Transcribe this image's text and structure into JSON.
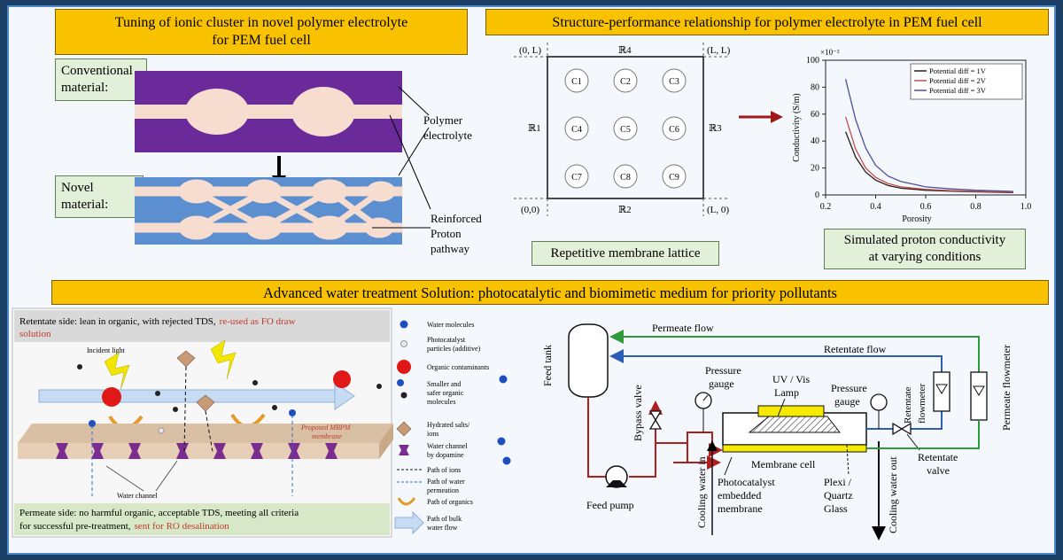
{
  "panel_a": {
    "title_line1": "Tuning of ionic cluster in novel polymer electrolyte",
    "title_line2": "for PEM fuel cell",
    "conventional_line1": "Conventional",
    "conventional_line2": "material:",
    "novel_line1": "Novel",
    "novel_line2": "material:",
    "polymer_line1": "Polymer",
    "polymer_line2": "electrolyte",
    "reinforced_line1": "Reinforced",
    "reinforced_line2": "Proton",
    "reinforced_line3": "pathway"
  },
  "panel_b": {
    "title": "Structure-performance relationship for polymer electrolyte in PEM fuel cell",
    "lattice": {
      "corner_tl": "(0, L)",
      "corner_tr": "(L, L)",
      "corner_bl": "(0,0)",
      "corner_br": "(L, 0)",
      "top": "ℝ4",
      "left": "ℝ1",
      "right": "ℝ3",
      "bottom": "ℝ2",
      "cells": [
        "C1",
        "C2",
        "C3",
        "C4",
        "C5",
        "C6",
        "C7",
        "C8",
        "C9"
      ],
      "caption": "Repetitive membrane lattice"
    },
    "chart_caption_line1": "Simulated proton conductivity",
    "chart_caption_line2": "at varying conditions"
  },
  "chart_data": {
    "type": "line",
    "title": "",
    "xlabel": "Porosity",
    "ylabel": "Conductivity (S/m)",
    "y_multiplier": "×10⁻²",
    "xlim": [
      0.2,
      1.0
    ],
    "ylim": [
      0,
      100
    ],
    "xticks": [
      "0.2",
      "0.4",
      "0.6",
      "0.8",
      "1.0"
    ],
    "yticks": [
      "0",
      "20",
      "40",
      "60",
      "80",
      "100"
    ],
    "legend_position": "top-right",
    "series": [
      {
        "name": "Potential diff = 1V",
        "color": "#2b1a1a",
        "x": [
          0.28,
          0.32,
          0.36,
          0.4,
          0.45,
          0.5,
          0.6,
          0.7,
          0.8,
          0.95
        ],
        "y": [
          47,
          28,
          17,
          11,
          7,
          5,
          3.5,
          2.8,
          2.3,
          1.8
        ]
      },
      {
        "name": "Potential diff = 2V",
        "color": "#c0504d",
        "x": [
          0.28,
          0.32,
          0.36,
          0.4,
          0.45,
          0.5,
          0.6,
          0.7,
          0.8,
          0.95
        ],
        "y": [
          58,
          34,
          20,
          13,
          8.5,
          6,
          4.2,
          3.2,
          2.6,
          2.1
        ]
      },
      {
        "name": "Potential diff = 3V",
        "color": "#4b4f9e",
        "x": [
          0.28,
          0.32,
          0.36,
          0.4,
          0.45,
          0.5,
          0.6,
          0.7,
          0.8,
          0.95
        ],
        "y": [
          86,
          56,
          35,
          22,
          14,
          10,
          6,
          4.5,
          3.5,
          2.6
        ]
      }
    ]
  },
  "panel_c": {
    "title": "Advanced  water treatment Solution: photocatalytic and biomimetic medium for priority pollutants",
    "retentate_note": "Retentate side: lean in organic, with rejected TDS,",
    "retentate_note_red": "re-used as FO draw",
    "retentate_note_red2": "solution",
    "incident_light": "Incident light",
    "proposed_line1": "Proposed MBPM",
    "proposed_line2": "membrane",
    "water_channel": "Water channel",
    "permeate_line1": "Permeate side: no harmful organic, acceptable TDS, meeting all criteria",
    "permeate_line2_a": "for successful pre-treatment,",
    "permeate_line2_red": "sent for RO desalination",
    "legend": {
      "water_molecules": "Water molecules",
      "photocatalyst_1": "Photocatalyst",
      "photocatalyst_2": "particles (additive)",
      "organic": "Organic contaminants",
      "smaller_1": "Smaller and",
      "smaller_2": "safer organic",
      "smaller_3": "molecules",
      "hydrated_1": "Hydrated salts/",
      "hydrated_2": "ions",
      "channel_1": "Water channel",
      "channel_2": "by dopamine",
      "ions": "Path of ions",
      "water_perm_1": "Path of water",
      "water_perm_2": "permeation",
      "organics_path": "Path of organics",
      "bulk_1": "Path of bulk",
      "bulk_2": "water flow"
    }
  },
  "process": {
    "permeate_flow": "Permeate flow",
    "retentate_flow": "Retentate flow",
    "feed_tank": "Feed tank",
    "bypass_valve": "Bypass  valve",
    "pressure_gauge_1a": "Pressure",
    "pressure_gauge_1b": "gauge",
    "uv_1": "UV / Vis",
    "uv_2": "Lamp",
    "pressure_gauge_2a": "Pressure",
    "pressure_gauge_2b": "gauge",
    "retentate_flowmeter_1": "Retentate",
    "retentate_flowmeter_2": "flowmeter",
    "permeate_flowmeter": "Permeate flowmeter",
    "retentate_valve_1": "Retentate",
    "retentate_valve_2": "valve",
    "membrane_cell": "Membrane cell",
    "cooling_in": "Cooling water in",
    "cooling_out": "Cooling water out",
    "feed_pump": "Feed pump",
    "photocatalyst_1": "Photocatalyst",
    "photocatalyst_2": "embedded",
    "photocatalyst_3": "membrane",
    "plexi_1": "Plexi /",
    "plexi_2": "Quartz",
    "plexi_3": "Glass"
  }
}
